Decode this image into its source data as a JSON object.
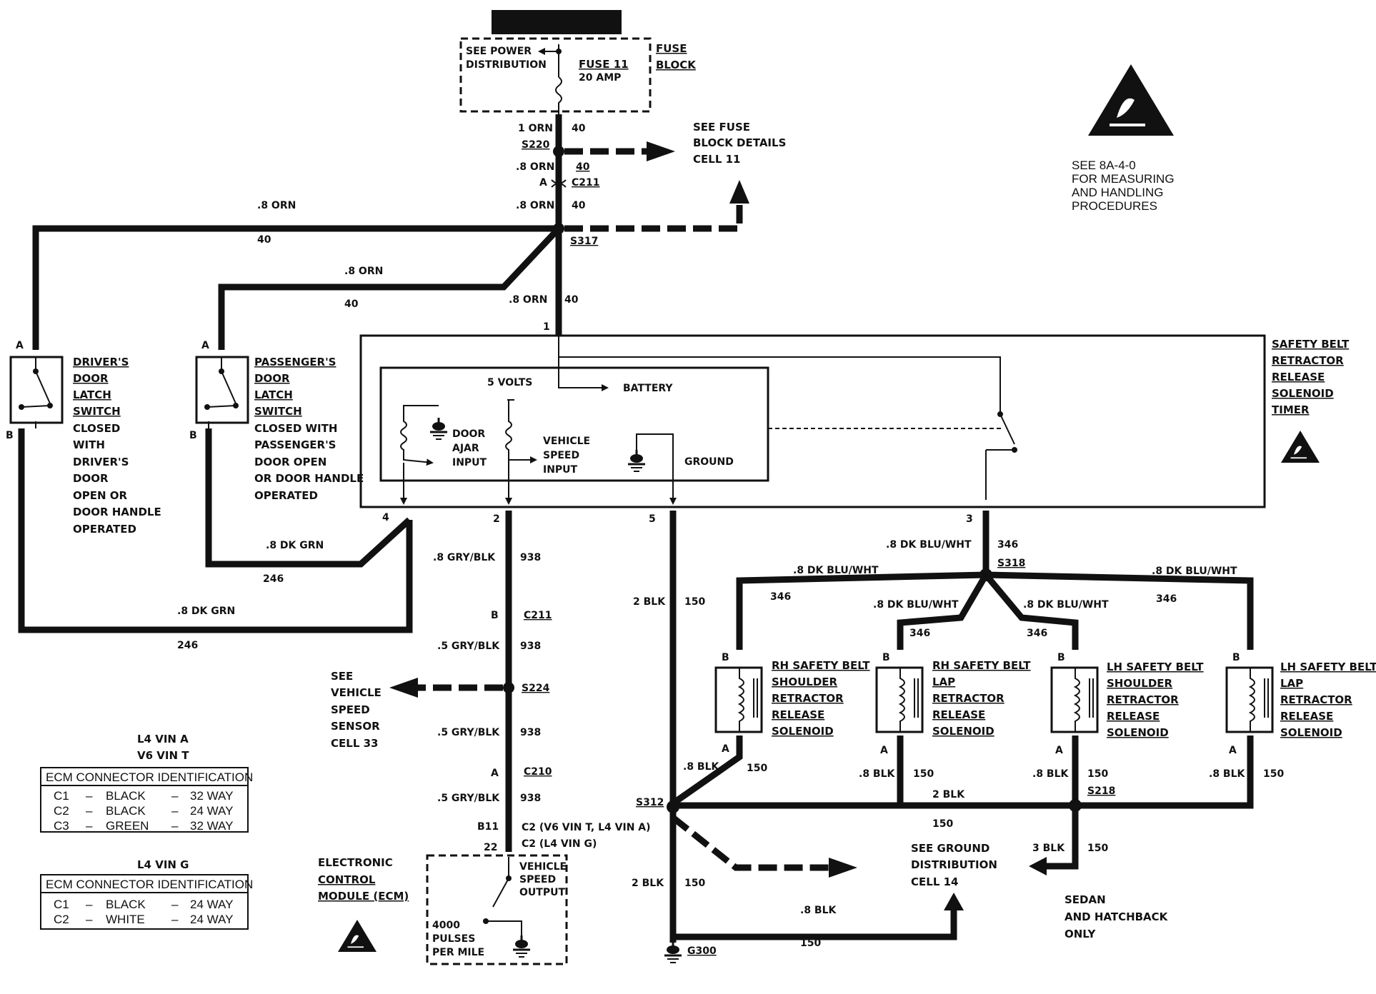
{
  "fuse_block": {
    "see_power": "SEE POWER",
    "distribution": "DISTRIBUTION",
    "fuse_name": "FUSE 11",
    "fuse_rating": "20 AMP",
    "block_label_1": "FUSE",
    "block_label_2": "BLOCK"
  },
  "wires": {
    "w1_orn": "1 ORN",
    "c40": "40",
    "s220": "S220",
    "orn_08": ".8 ORN",
    "a": "A",
    "b": "B",
    "c211": "C211",
    "s317": "S317",
    "pin1": "1",
    "pin2": "2",
    "pin3": "3",
    "pin4": "4",
    "pin5": "5",
    "dk_grn_08": ".8 DK GRN",
    "c246": "246",
    "gry_blk_08": ".8 GRY/BLK",
    "gry_blk_05": ".5 GRY/BLK",
    "c938": "938",
    "s224": "S224",
    "c210": "C210",
    "b11": "B11",
    "pin22": "22",
    "c2_v6": "C2 (V6 VIN T, L4 VIN A)",
    "c2_l4": "C2 (L4 VIN G)",
    "blk_2": "2 BLK",
    "blk_3": "3 BLK",
    "blk_08": ".8 BLK",
    "c150": "150",
    "s312": "S312",
    "s318": "S318",
    "s218": "S218",
    "g300": "G300",
    "dk_blu_wht_08": ".8 DK BLU/WHT",
    "c346": "346"
  },
  "notes": {
    "see_fuse_1": "SEE FUSE",
    "see_fuse_2": "BLOCK DETAILS",
    "see_fuse_3": "CELL 11",
    "esd_1": "SEE 8A-4-0",
    "esd_2": "FOR MEASURING",
    "esd_3": "AND HANDLING",
    "esd_4": "PROCEDURES",
    "vss_1": "SEE",
    "vss_2": "VEHICLE",
    "vss_3": "SPEED",
    "vss_4": "SENSOR",
    "vss_5": "CELL 33",
    "gnd_1": "SEE GROUND",
    "gnd_2": "DISTRIBUTION",
    "gnd_3": "CELL 14",
    "sedan_1": "SEDAN",
    "sedan_2": "AND HATCHBACK",
    "sedan_3": "ONLY"
  },
  "switches": {
    "driver": [
      "DRIVER'S",
      "DOOR",
      "LATCH",
      "SWITCH"
    ],
    "driver_desc": [
      "CLOSED",
      "WITH",
      "DRIVER'S",
      "DOOR",
      "OPEN OR",
      "DOOR HANDLE",
      "OPERATED"
    ],
    "passenger": [
      "PASSENGER'S",
      "DOOR",
      "LATCH",
      "SWITCH"
    ],
    "passenger_desc": [
      "CLOSED WITH",
      "PASSENGER'S",
      "DOOR OPEN",
      "OR DOOR HANDLE",
      "OPERATED"
    ]
  },
  "timer": {
    "title": [
      "SAFETY BELT",
      "RETRACTOR",
      "RELEASE",
      "SOLENOID",
      "TIMER"
    ],
    "volts": "5 VOLTS",
    "battery": "BATTERY",
    "door_ajar": [
      "DOOR",
      "AJAR",
      "INPUT"
    ],
    "vehicle_speed": [
      "VEHICLE",
      "SPEED",
      "INPUT"
    ],
    "ground": "GROUND"
  },
  "solenoids": [
    {
      "lines": [
        "RH SAFETY BELT",
        "SHOULDER",
        "RETRACTOR",
        "RELEASE",
        "SOLENOID"
      ]
    },
    {
      "lines": [
        "RH SAFETY BELT",
        "LAP",
        "RETRACTOR",
        "RELEASE",
        "SOLENOID"
      ]
    },
    {
      "lines": [
        "LH SAFETY BELT",
        "SHOULDER",
        "RETRACTOR",
        "RELEASE",
        "SOLENOID"
      ]
    },
    {
      "lines": [
        "LH SAFETY BELT",
        "LAP",
        "RETRACTOR",
        "RELEASE",
        "SOLENOID"
      ]
    }
  ],
  "ecm": {
    "label": [
      "ELECTRONIC",
      "CONTROL",
      "MODULE (ECM)"
    ],
    "vss_output": [
      "VEHICLE",
      "SPEED",
      "OUTPUT"
    ],
    "pulses": [
      "4000",
      "PULSES",
      "PER MILE"
    ]
  },
  "ecm_tables": [
    {
      "heading_1": "L4 VIN A",
      "heading_2": "V6 VIN T",
      "title": "ECM CONNECTOR IDENTIFICATION",
      "rows": [
        {
          "c": "C1",
          "d1": "–",
          "color": "BLACK",
          "d2": "–",
          "way": "32 WAY"
        },
        {
          "c": "C2",
          "d1": "–",
          "color": "BLACK",
          "d2": "–",
          "way": "24 WAY"
        },
        {
          "c": "C3",
          "d1": "–",
          "color": "GREEN",
          "d2": "–",
          "way": "32 WAY"
        }
      ]
    },
    {
      "heading_1": "L4 VIN G",
      "title": "ECM CONNECTOR IDENTIFICATION",
      "rows": [
        {
          "c": "C1",
          "d1": "–",
          "color": "BLACK",
          "d2": "–",
          "way": "24 WAY"
        },
        {
          "c": "C2",
          "d1": "–",
          "color": "WHITE",
          "d2": "–",
          "way": "24 WAY"
        }
      ]
    }
  ]
}
